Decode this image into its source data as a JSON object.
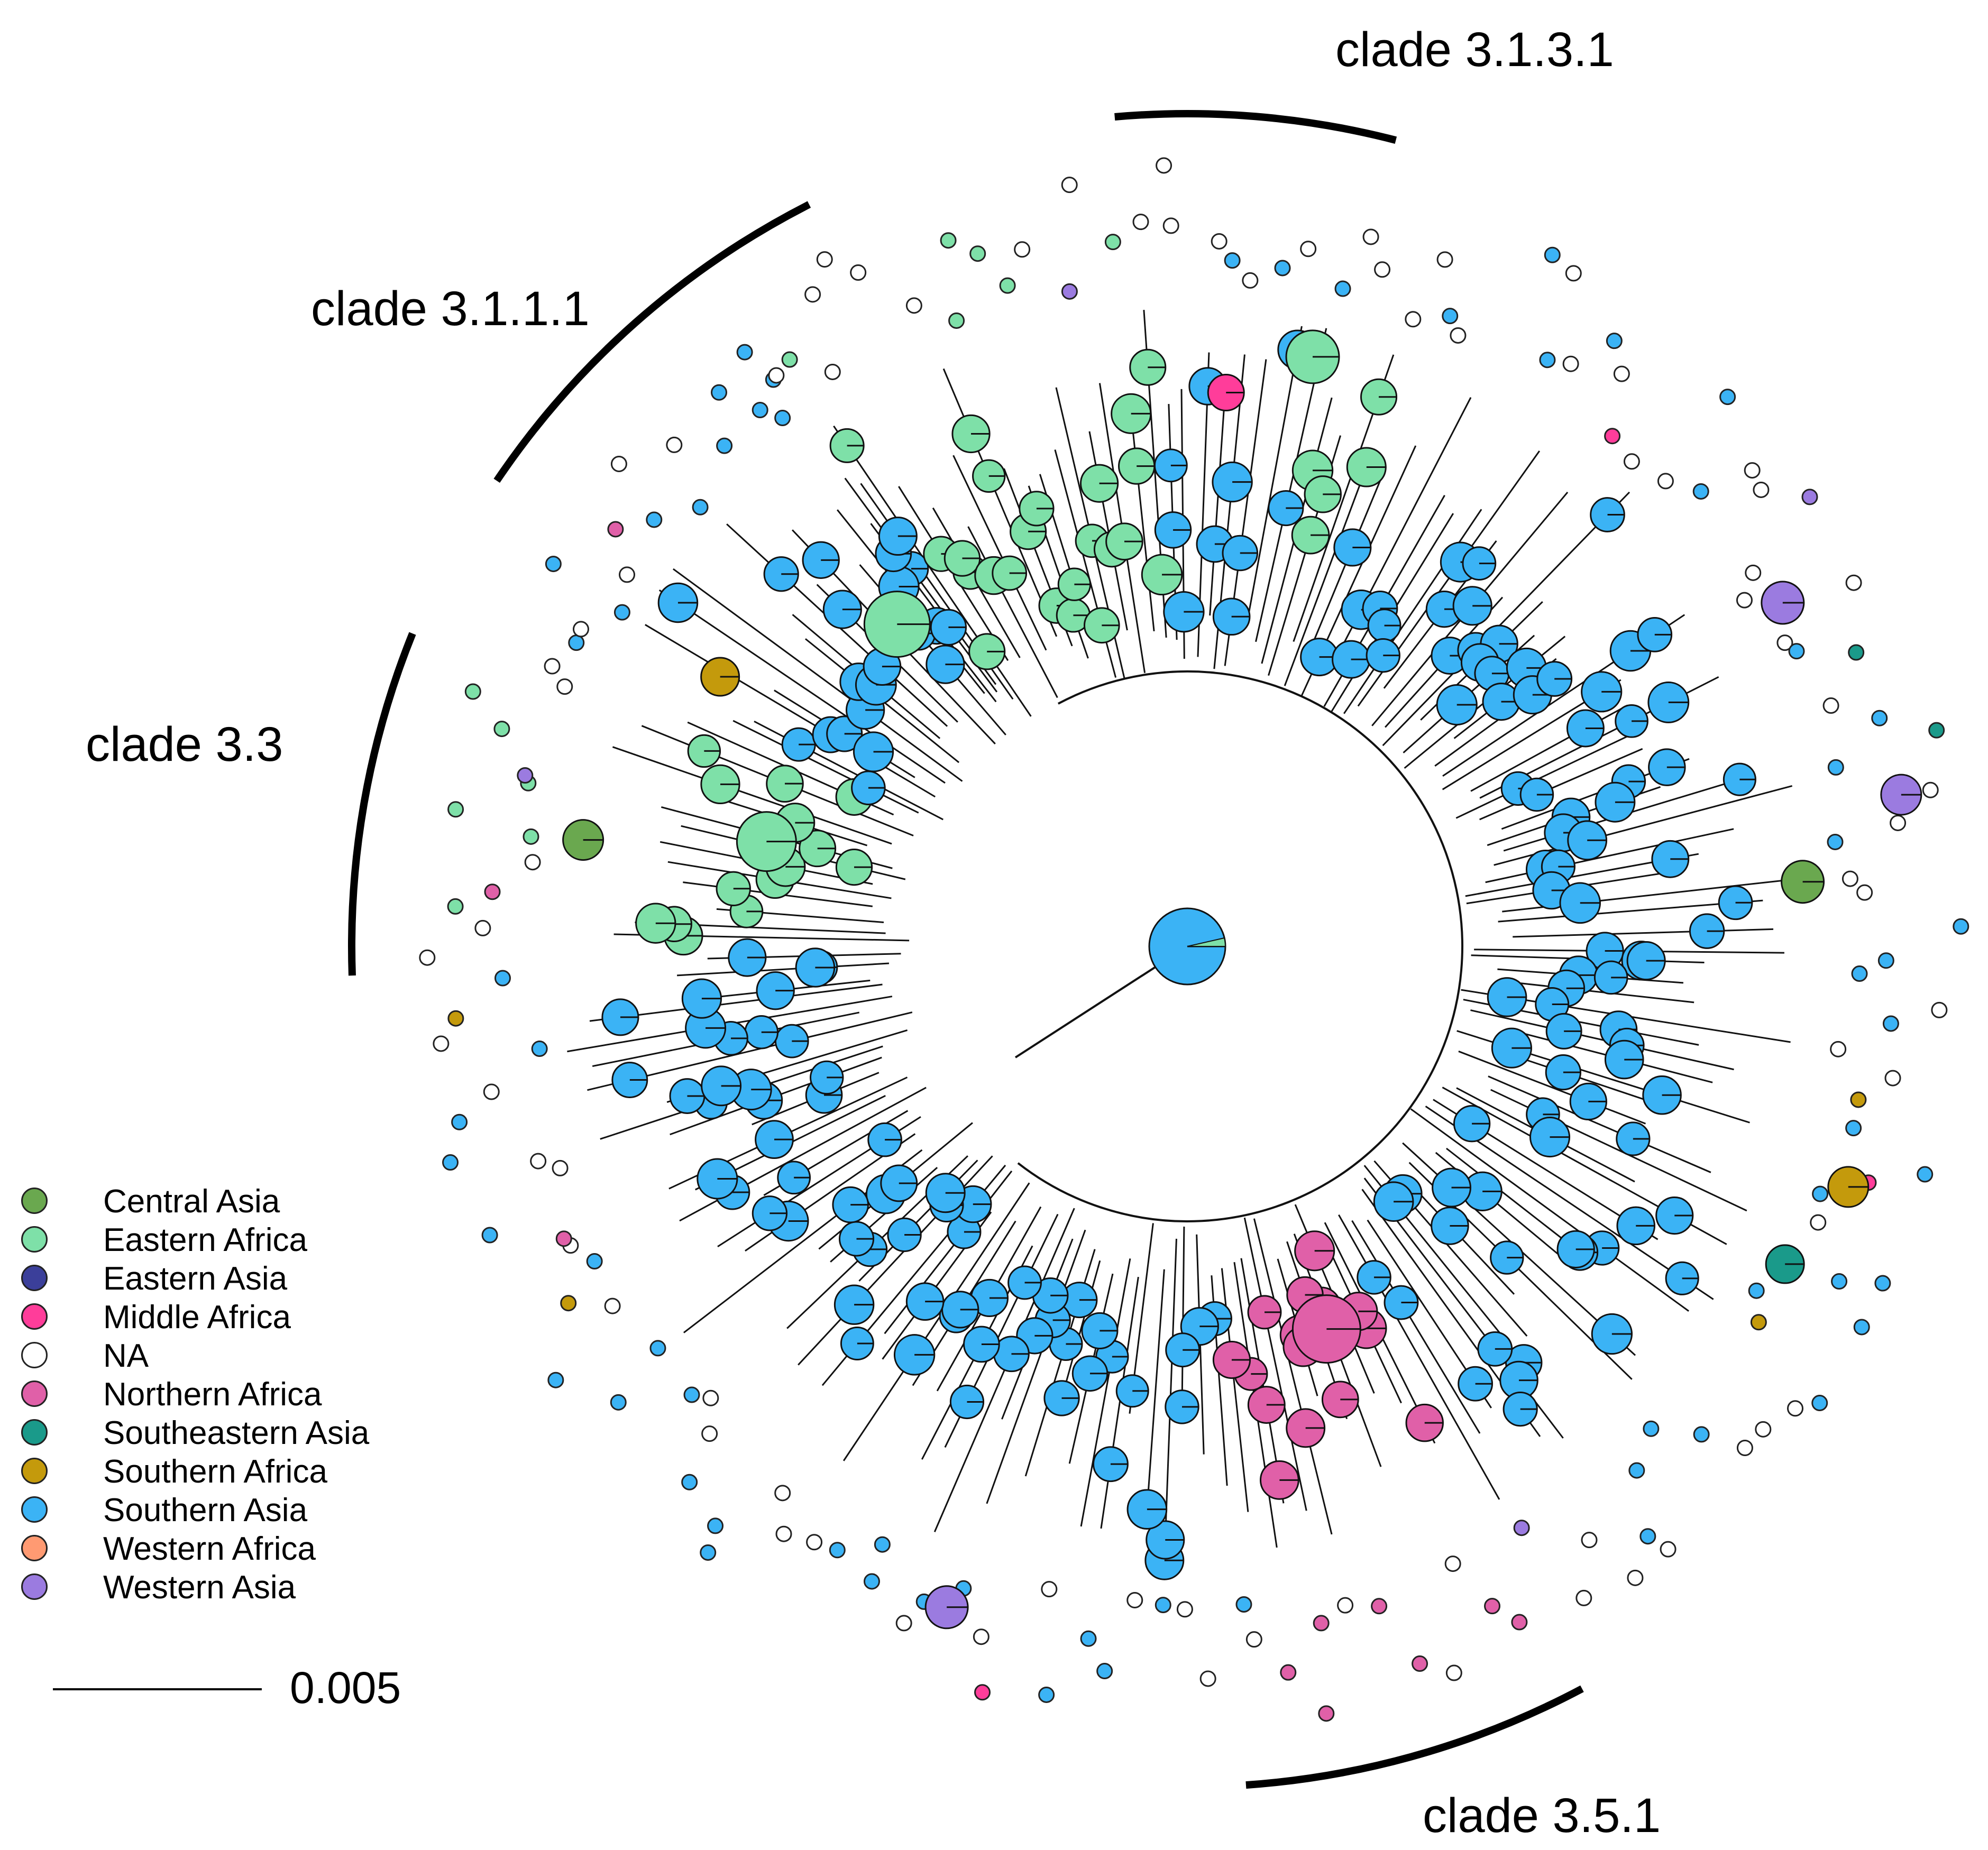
{
  "clades": [
    {
      "label": "clade 3.1.3.1"
    },
    {
      "label": "clade 3.1.1.1"
    },
    {
      "label": "clade 3.3"
    },
    {
      "label": "clade 3.5.1"
    }
  ],
  "legend": {
    "items": [
      {
        "label": "Central Asia",
        "color": "#6aa84f"
      },
      {
        "label": "Eastern Africa",
        "color": "#7ee0a8"
      },
      {
        "label": "Eastern Asia",
        "color": "#3b3f9a"
      },
      {
        "label": "Middle Africa",
        "color": "#ff3d9a"
      },
      {
        "label": "NA",
        "color": "#ffffff"
      },
      {
        "label": "Northern Africa",
        "color": "#e060a8"
      },
      {
        "label": "Southeastern Asia",
        "color": "#1a9a8a"
      },
      {
        "label": "Southern Africa",
        "color": "#c49a0c"
      },
      {
        "label": "Southern Asia",
        "color": "#3bb3f5"
      },
      {
        "label": "Western Africa",
        "color": "#ff9a72"
      },
      {
        "label": "Western Asia",
        "color": "#9b7be0"
      }
    ]
  },
  "scale_bar": {
    "value": "0.005"
  }
}
